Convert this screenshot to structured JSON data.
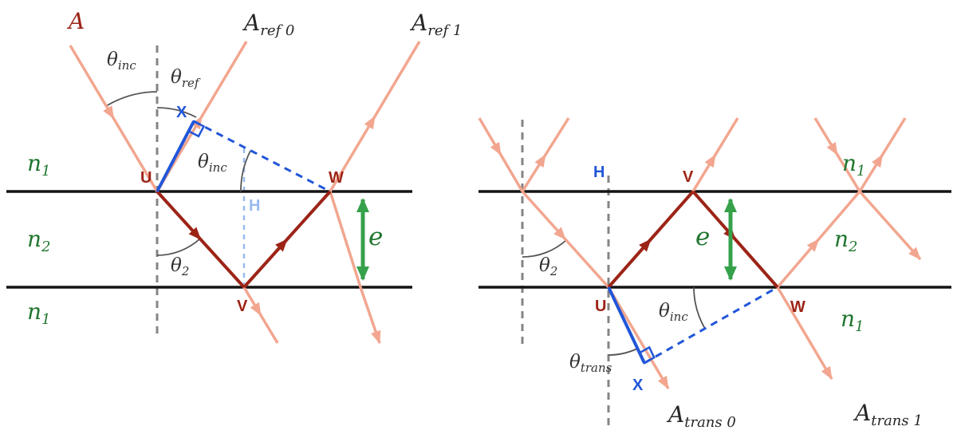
{
  "colors": {
    "ray_faint": "#f2a68f",
    "ray_strong": "#9c2417",
    "construction_blue": "#2256d8",
    "construction_light_blue": "#99b9f0",
    "medium_label_green": "#20762f",
    "thickness_arrow_green": "#35a14b",
    "normal_gray": "#858585",
    "interface_black": "#141414",
    "angle_text": "#333333"
  },
  "left_diagram": {
    "rays": {
      "incident": {
        "base": "A",
        "sub": ""
      },
      "reflected_0": {
        "base": "A",
        "sub": "ref 0"
      },
      "reflected_1": {
        "base": "A",
        "sub": "ref 1"
      }
    },
    "angles": {
      "incidence_top": {
        "base": "θ",
        "sub": "inc"
      },
      "reflection": {
        "base": "θ",
        "sub": "ref"
      },
      "incidence_inner": {
        "base": "θ",
        "sub": "inc"
      },
      "refraction": {
        "base": "θ",
        "sub": "2"
      }
    },
    "media": {
      "top": {
        "base": "n",
        "sub": "1"
      },
      "film": {
        "base": "n",
        "sub": "2"
      },
      "bottom": {
        "base": "n",
        "sub": "1"
      }
    },
    "points": {
      "U": "U",
      "V": "V",
      "W": "W",
      "X": "X",
      "H": "H"
    },
    "film_thickness": "e"
  },
  "right_diagram": {
    "rays": {
      "transmitted_0": {
        "base": "A",
        "sub": "trans 0"
      },
      "transmitted_1": {
        "base": "A",
        "sub": "trans 1"
      }
    },
    "angles": {
      "refraction": {
        "base": "θ",
        "sub": "2"
      },
      "transmission": {
        "base": "θ",
        "sub": "trans"
      },
      "incidence": {
        "base": "θ",
        "sub": "inc"
      }
    },
    "media": {
      "top": {
        "base": "n",
        "sub": "1"
      },
      "film": {
        "base": "n",
        "sub": "2"
      },
      "bottom": {
        "base": "n",
        "sub": "1"
      }
    },
    "points": {
      "U": "U",
      "V": "V",
      "W": "W",
      "X": "X",
      "H": "H"
    },
    "film_thickness": "e"
  }
}
